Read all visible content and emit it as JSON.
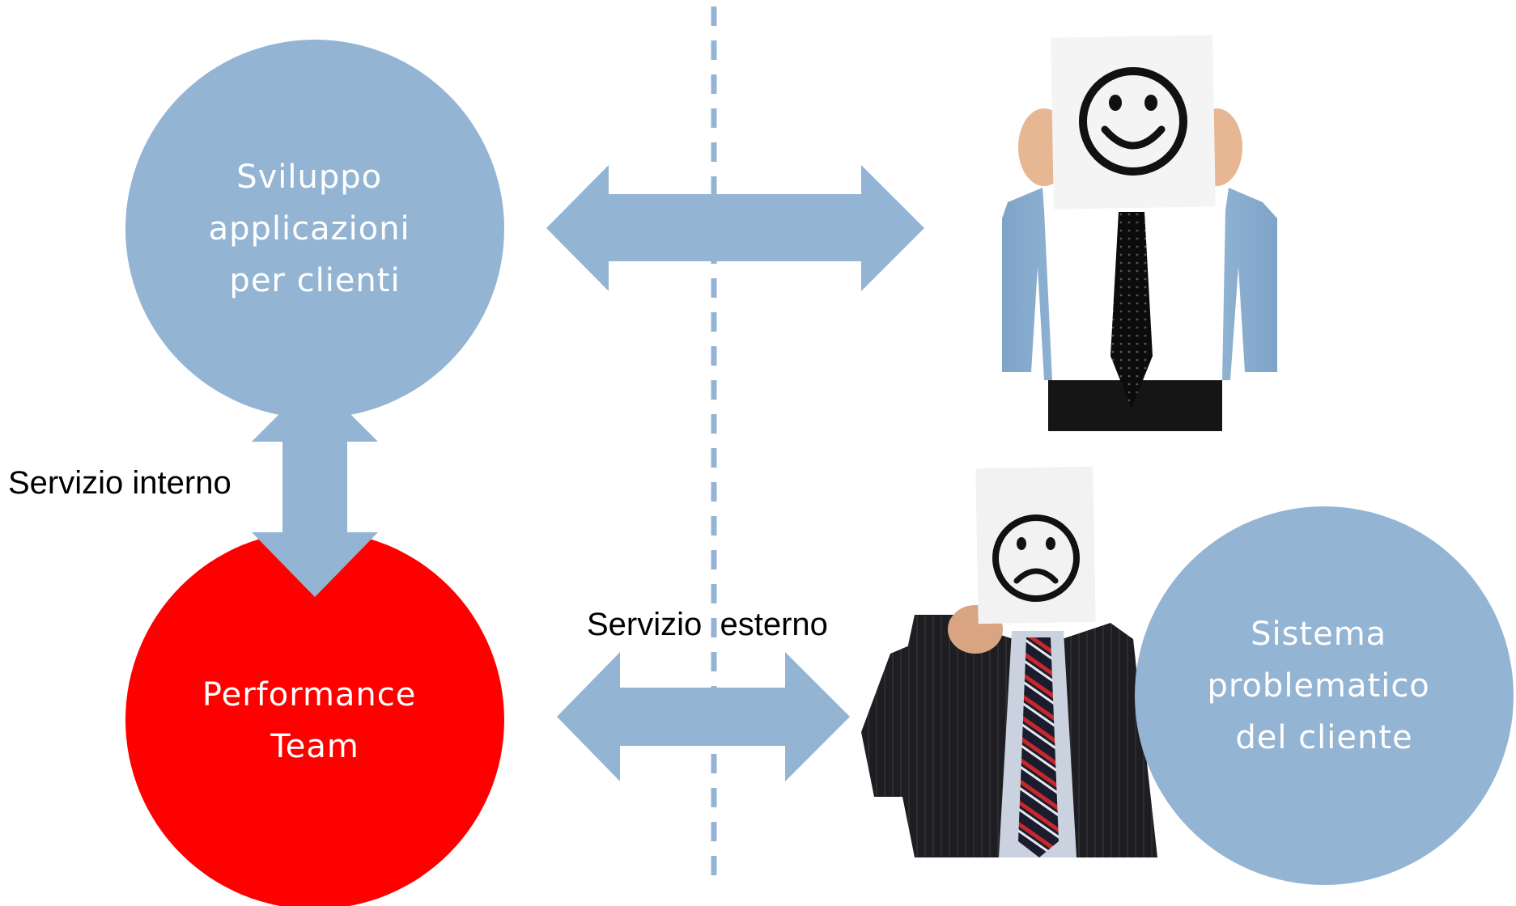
{
  "nodes": {
    "dev": {
      "lines": [
        "Sviluppo",
        "applicazioni",
        "per clienti"
      ],
      "color": "#94b4d4"
    },
    "perf": {
      "lines": [
        "Performance",
        "Team"
      ],
      "color": "#ff0000"
    },
    "customer_system": {
      "lines": [
        "Sistema",
        "problematico",
        "del cliente"
      ],
      "color": "#94b4d4"
    }
  },
  "labels": {
    "internal_service": "Servizio interno",
    "external_service": "Servizio  esterno"
  },
  "figures": {
    "happy_person": "smiley-face-icon",
    "sad_person": "frowning-face-icon"
  },
  "colors": {
    "arrow": "#94b4d4",
    "divider": "#94b4d4",
    "text_on_node": "#ffffff"
  }
}
